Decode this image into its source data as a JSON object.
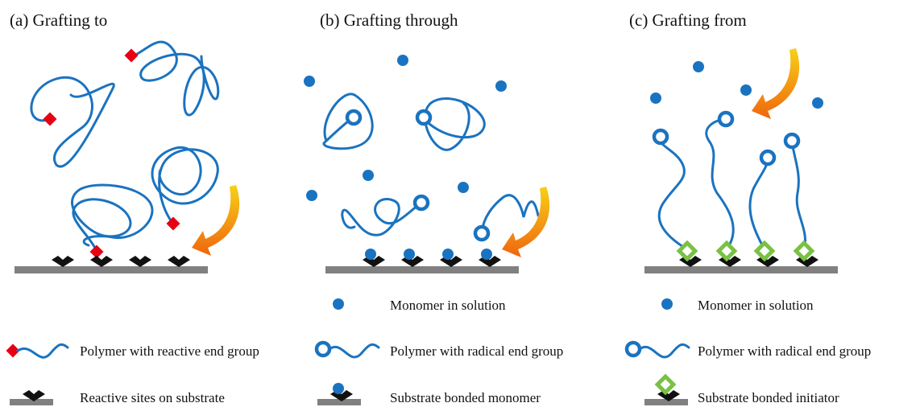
{
  "colors": {
    "polymer": "#1a73c0",
    "monomer": "#1a73c0",
    "reactive_end": "#e60012",
    "substrate": "#808080",
    "site": "#111111",
    "initiator": "#7ac143",
    "arrow_start": "#f7d117",
    "arrow_end": "#f0650e"
  },
  "panels": [
    {
      "title": "(a) Grafting to",
      "legend": [
        {
          "icon": "reactive-polymer-icon",
          "label": "Polymer with reactive end group"
        },
        {
          "icon": "reactive-site-icon",
          "label": "Reactive sites on substrate"
        }
      ]
    },
    {
      "title": "(b) Grafting through",
      "legend": [
        {
          "icon": "monomer-icon",
          "label": "Monomer in solution"
        },
        {
          "icon": "radical-polymer-icon",
          "label": "Polymer with radical end group"
        },
        {
          "icon": "bonded-monomer-icon",
          "label": "Substrate bonded monomer"
        }
      ]
    },
    {
      "title": "(c) Grafting from",
      "legend": [
        {
          "icon": "monomer-icon",
          "label": "Monomer in solution"
        },
        {
          "icon": "radical-polymer-icon",
          "label": "Polymer with radical end group"
        },
        {
          "icon": "initiator-icon",
          "label": "Substrate bonded initiator"
        }
      ]
    }
  ]
}
